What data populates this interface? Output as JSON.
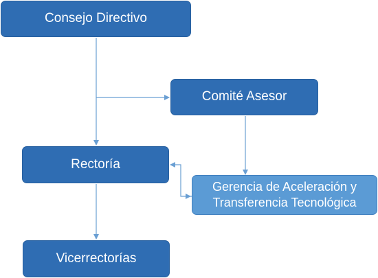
{
  "nodes": {
    "consejo": {
      "label": "Consejo Directivo"
    },
    "comite": {
      "label": "Comité Asesor"
    },
    "rectoria": {
      "label": "Rectoría"
    },
    "gerencia": {
      "label_line1": "Gerencia de Aceleración y",
      "label_line2": "Transferencia Tecnológica"
    },
    "vicerrectorias": {
      "label": "Vicerrectorías"
    }
  },
  "colors": {
    "primary_box": "#2f6db3",
    "secondary_box": "#5b9bd5",
    "connector": "#6a9fd3",
    "text": "#ffffff"
  }
}
